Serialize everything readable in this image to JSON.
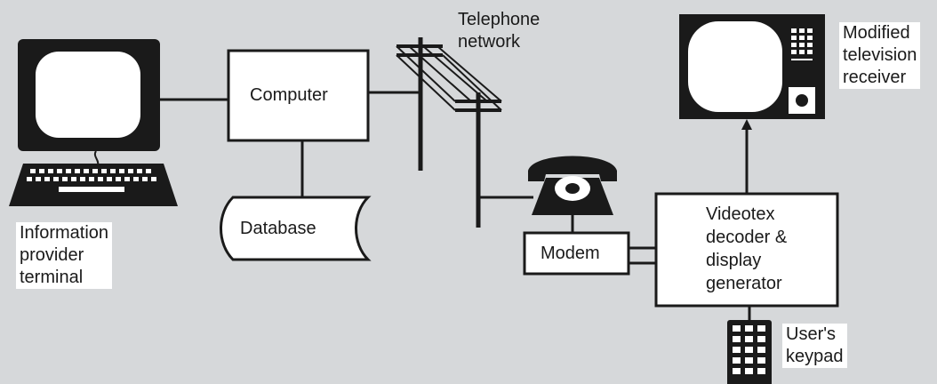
{
  "labels": {
    "computer": "Computer",
    "database": "Database",
    "telephone_network": "Telephone\nnetwork",
    "information_provider_terminal": "Information\nprovider\nterminal",
    "modem": "Modem",
    "videotex_decoder": "Videotex\ndecoder &\ndisplay\ngenerator",
    "modified_tv": "Modified\ntelevision\nreceiver",
    "users_keypad": "User's\nkeypad"
  },
  "colors": {
    "background": "#d6d8da",
    "ink": "#1a1a1a",
    "box_fill": "#ffffff"
  }
}
